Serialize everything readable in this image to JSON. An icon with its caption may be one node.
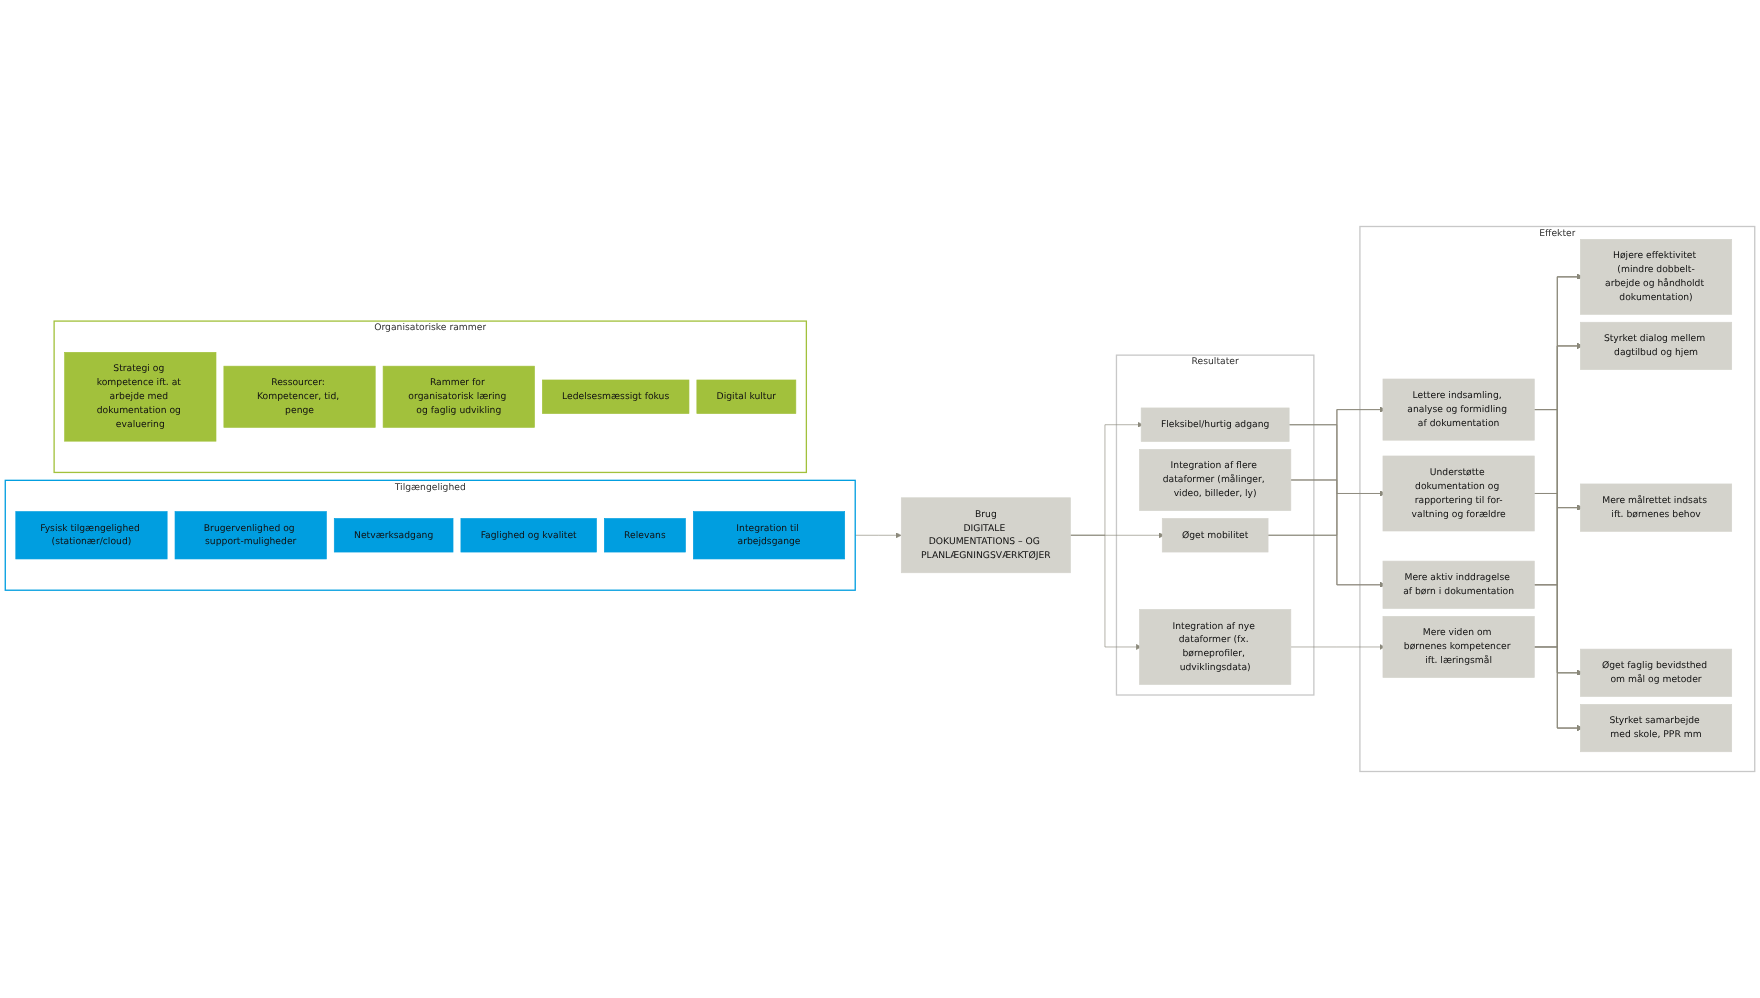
{
  "diagram": {
    "nodes": [
      {
        "text": [
          "Tilgængelighed"
        ]
      },
      {
        "text": [
          "Fysisk tilgængelighed (stationær/cloud)"
        ],
        "in": 0
      },
      {
        "text": [
          "Brugervenlighed og support-muligheder"
        ],
        "in": 0
      },
      {
        "text": [
          "Netværksadgang"
        ],
        "in": 0
      },
      {
        "text": [
          "Faglighed og kvalitet"
        ],
        "in": 0
      },
      {
        "text": [
          "Relevans"
        ],
        "in": 0
      },
      {
        "text": [
          "Integration til arbejdsgange"
        ],
        "in": 0
      },
      {
        "text": [
          "Organisatoriske rammer"
        ]
      },
      {
        "text": [
          "Strategi og kompetence ift. at arbejde med dokumentation og evaluering"
        ],
        "in": 7
      },
      {
        "text": [
          "Ressourcer: Kompetencer, tid, penge"
        ],
        "in": 7
      },
      {
        "text": [
          "Rammer for organisatorisk læring og faglig udvikling"
        ],
        "in": 7
      },
      {
        "text": [
          "Ledelsesmæssigt fokus"
        ],
        "in": 7
      },
      {
        "text": [
          "Digital kultur"
        ],
        "in": 7
      },
      {
        "text": [
          "Brug",
          "DIGITALE DOKUMENTATIONS – OG PLANLÆGNINGSVÆRKTØJER"
        ]
      },
      {
        "text": [
          "Resultater"
        ]
      },
      {
        "text": [
          "Fleksibel/hurtig adgang"
        ],
        "in": 14
      },
      {
        "text": [
          "Integration af flere dataformer (målinger, video, billeder, ly)"
        ],
        "in": 14
      },
      {
        "text": [
          "Øget mobilitet"
        ],
        "in": 14
      },
      {
        "text": [
          "Integration af nye dataformer (fx. børneprofiler, udviklingsdata)"
        ],
        "in": 14
      },
      {
        "text": [
          "Effekter"
        ]
      },
      {
        "text": [
          "Lettere indsamling, analyse og formidling af dokumentation"
        ],
        "in": 19
      },
      {
        "text": [
          "Understøtte dokumentation og rapportering til for-valtning og forældre"
        ],
        "in": 19
      },
      {
        "text": [
          "Mere aktiv inddragelse af børn i dokumentation"
        ],
        "in": 19
      },
      {
        "text": [
          "Mere viden om børnenes kompetencer ift. læringsmål"
        ],
        "in": 19
      },
      {
        "text": [
          "Højere effektivitet (mindre dobbelt-arbejde og håndholdt dokumentation)"
        ],
        "in": 19
      },
      {
        "text": [
          "Styrket dialog mellem dagtilbud og hjem"
        ],
        "in": 19
      },
      {
        "text": [
          "Mere målrettet indsats ift. børnenes behov"
        ],
        "in": 19
      },
      {
        "text": [
          "Øget faglig bevidsthed om mål og metoder"
        ],
        "in": 19
      },
      {
        "text": [
          "Styrket samarbejde med skole, PPR mm"
        ],
        "in": 19
      }
    ],
    "edges": [
      {
        "from": 0,
        "to": 13,
        "arrow": "to"
      },
      {
        "from": 13,
        "to": 15,
        "arrow": "to"
      },
      {
        "from": 13,
        "to": 17,
        "arrow": "to"
      },
      {
        "from": 13,
        "to": 18,
        "arrow": "to"
      },
      {
        "from": 15,
        "to": 20,
        "arrow": "to"
      },
      {
        "from": 15,
        "to": 21,
        "arrow": "to"
      },
      {
        "from": 15,
        "to": 22,
        "arrow": "to"
      },
      {
        "from": 16,
        "to": 20,
        "arrow": "to"
      },
      {
        "from": 16,
        "to": 21,
        "arrow": "to"
      },
      {
        "from": 16,
        "to": 22,
        "arrow": "to"
      },
      {
        "from": 17,
        "to": 20,
        "arrow": "to"
      },
      {
        "from": 17,
        "to": 21,
        "arrow": "to"
      },
      {
        "from": 17,
        "to": 22,
        "arrow": "to"
      },
      {
        "from": 18,
        "to": 23,
        "arrow": "to"
      },
      {
        "from": 20,
        "to": 24,
        "arrow": "to"
      },
      {
        "from": 20,
        "to": 25,
        "arrow": "to"
      },
      {
        "from": 20,
        "to": 26,
        "arrow": "to"
      },
      {
        "from": 20,
        "to": 27,
        "arrow": "to"
      },
      {
        "from": 20,
        "to": 28,
        "arrow": "to"
      },
      {
        "from": 21,
        "to": 24,
        "arrow": "to"
      },
      {
        "from": 21,
        "to": 25,
        "arrow": "to"
      },
      {
        "from": 21,
        "to": 26,
        "arrow": "to"
      },
      {
        "from": 21,
        "to": 27,
        "arrow": "to"
      },
      {
        "from": 21,
        "to": 28,
        "arrow": "to"
      },
      {
        "from": 22,
        "to": 24,
        "arrow": "to"
      },
      {
        "from": 22,
        "to": 25,
        "arrow": "to"
      },
      {
        "from": 22,
        "to": 26,
        "arrow": "to"
      },
      {
        "from": 22,
        "to": 27,
        "arrow": "to"
      },
      {
        "from": 22,
        "to": 28,
        "arrow": "to"
      },
      {
        "from": 23,
        "to": 24,
        "arrow": "to"
      },
      {
        "from": 23,
        "to": 25,
        "arrow": "to"
      },
      {
        "from": 23,
        "to": 26,
        "arrow": "to"
      },
      {
        "from": 23,
        "to": 27,
        "arrow": "to"
      },
      {
        "from": 23,
        "to": 28,
        "arrow": "to"
      }
    ]
  }
}
